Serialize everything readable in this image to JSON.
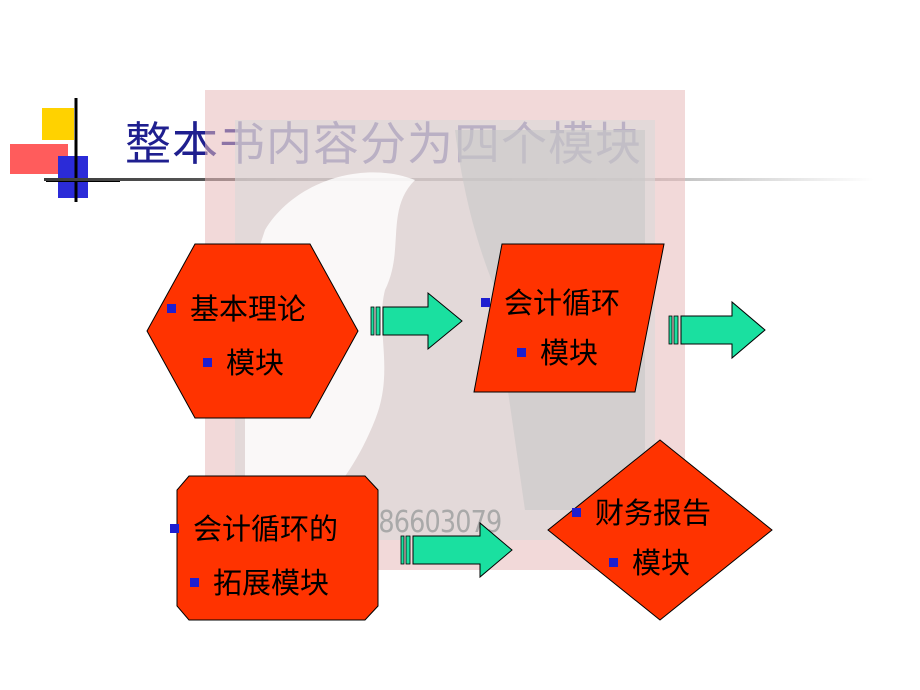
{
  "slide": {
    "title": "整本书内容分为四个模块"
  },
  "modules": [
    {
      "line1": "基本理论",
      "line2": "模块"
    },
    {
      "line1": "会计循环",
      "line2": "模块"
    },
    {
      "line1": "会计循环的",
      "line2": "拓展模块"
    },
    {
      "line1": "财务报告",
      "line2": "模块"
    }
  ],
  "watermark": {
    "phone": "-86603079"
  },
  "colors": {
    "shape_fill": "#ff3300",
    "arrow_fill": "#1ae0a0",
    "title_color": "#1f1f8f",
    "bullet_color": "#1e1ed0"
  }
}
